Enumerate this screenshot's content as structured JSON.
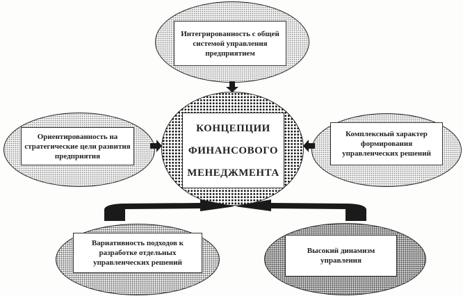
{
  "center": {
    "lines": [
      "КОНЦЕПЦИИ",
      "ФИНАНСОВОГО",
      "МЕНЕДЖМЕНТА"
    ]
  },
  "nodes": {
    "top": {
      "text": "Интегрированность с общей системой управления предприятием"
    },
    "left": {
      "text": "Ориентированность на стратегические цели развития предприятия"
    },
    "right": {
      "text": "Комплексный характер формирования управленческих решений"
    },
    "bottom_left": {
      "text": "Вариативность подходов к разработке отдельных управленческих решений"
    },
    "bottom_right": {
      "text": "Высокий динамизм управления"
    }
  },
  "colors": {
    "line": "#1a1a1a",
    "background": "#fdfdfb"
  }
}
